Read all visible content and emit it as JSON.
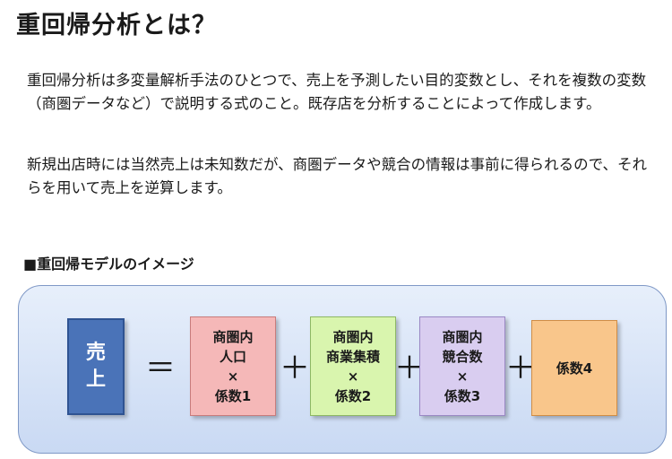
{
  "title": "重回帰分析とは？",
  "paragraph1": "重回帰分析は多変量解析手法のひとつで、売上を予測したい目的変数とし、それを複数の変数（商圏データなど）で説明する式のこと。既存店を分析することによって作成します。",
  "paragraph2": "新規出店時には当然売上は未知数だが、商圏データや競合の情報は事前に得られるので、それらを用いて売上を逆算します。",
  "section_heading": "■重回帰モデルのイメージ",
  "diagram": {
    "target": [
      "売",
      "上"
    ],
    "equals": "＝",
    "plus": "＋",
    "terms": [
      {
        "lines": [
          "商圏内",
          "人口",
          "×",
          "係数1"
        ],
        "color": "#f5b8b8"
      },
      {
        "lines": [
          "商圏内",
          "商業集積",
          "×",
          "係数2"
        ],
        "color": "#d9f5ae"
      },
      {
        "lines": [
          "商圏内",
          "競合数",
          "×",
          "係数3"
        ],
        "color": "#d9cdf0"
      },
      {
        "lines": [
          "係数4"
        ],
        "color": "#f9c68b"
      }
    ],
    "target_color": "#4a73b8"
  }
}
